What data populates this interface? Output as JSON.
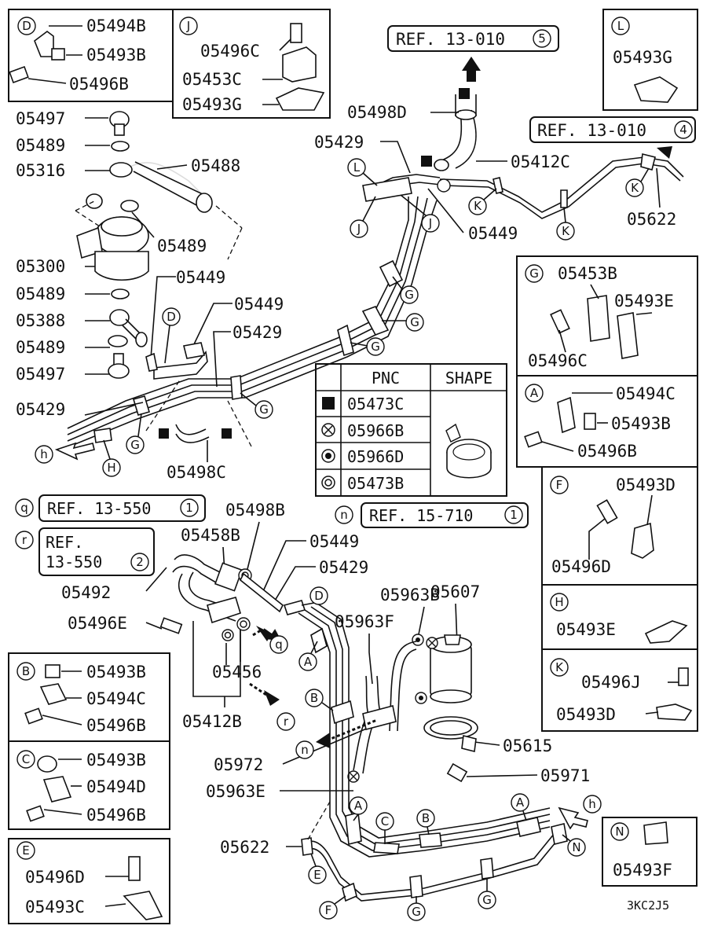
{
  "diagram": {
    "code": "3KC2J5",
    "table": {
      "headers": [
        "PNC",
        "SHAPE"
      ],
      "rows": [
        "05473C",
        "05966B",
        "05966D",
        "05473B"
      ]
    },
    "refs": {
      "r1": {
        "text": "REF. 13-010",
        "num": "5"
      },
      "r2": {
        "text": "REF. 13-010",
        "num": "4"
      },
      "r3": {
        "text": "REF. 13-550",
        "num": "1"
      },
      "r4a": {
        "text": "REF."
      },
      "r4b": {
        "text": "13-550",
        "num": "2"
      },
      "r5": {
        "text": "REF. 15-710",
        "num": "1"
      }
    },
    "boxD": {
      "letter": "D",
      "p1": "05494B",
      "p2": "05493B",
      "p3": "05496B"
    },
    "boxJ": {
      "letter": "J",
      "p1": "05496C",
      "p2": "05453C",
      "p3": "05493G"
    },
    "boxL": {
      "letter": "L",
      "p1": "05493G"
    },
    "boxG": {
      "letter": "G",
      "p1": "05453B",
      "p2": "05493E",
      "p3": "05496C"
    },
    "boxA": {
      "letter": "A",
      "p1": "05494C",
      "p2": "05493B",
      "p3": "05496B"
    },
    "boxF": {
      "letter": "F",
      "p1": "05493D",
      "p2": "05496D"
    },
    "boxH": {
      "letter": "H",
      "p1": "05493E"
    },
    "boxK": {
      "letter": "K",
      "p1": "05496J",
      "p2": "05493D"
    },
    "boxB": {
      "letter": "B",
      "p1": "05493B",
      "p2": "05494C",
      "p3": "05496B"
    },
    "boxC": {
      "letter": "C",
      "p1": "05493B",
      "p2": "05494D",
      "p3": "05496B"
    },
    "boxE": {
      "letter": "E",
      "p1": "05496D",
      "p2": "05493C"
    },
    "boxN": {
      "letter": "N",
      "p1": "05493F"
    },
    "labels": {
      "a": "05497",
      "b": "05489",
      "c": "05316",
      "d": "05488",
      "e": "05489",
      "f": "05300",
      "g": "05489",
      "h": "05388",
      "i": "05489",
      "j": "05497",
      "k": "05449",
      "l": "05449",
      "m": "05429",
      "n": "05429",
      "o": "05498C",
      "p": "05498D",
      "q": "05429",
      "r": "05412C",
      "s": "05449",
      "t": "05622",
      "u": "05498B",
      "v": "05458B",
      "w": "05449",
      "x": "05429",
      "y": "05607",
      "z": "05492",
      "aa": "05496E",
      "ab": "05963B",
      "ac": "05963F",
      "ad": "05456",
      "ae": "05412B",
      "af": "05615",
      "ag": "05972",
      "ah": "05971",
      "ai": "05963E",
      "aj": "05622"
    },
    "letters": {
      "q": "q",
      "r": "r",
      "n": "n",
      "h": "h",
      "A": "A",
      "B": "B",
      "C": "C",
      "D": "D",
      "E": "E",
      "F": "F",
      "G": "G",
      "H": "H",
      "J": "J",
      "K": "K",
      "L": "L",
      "N": "N"
    }
  }
}
